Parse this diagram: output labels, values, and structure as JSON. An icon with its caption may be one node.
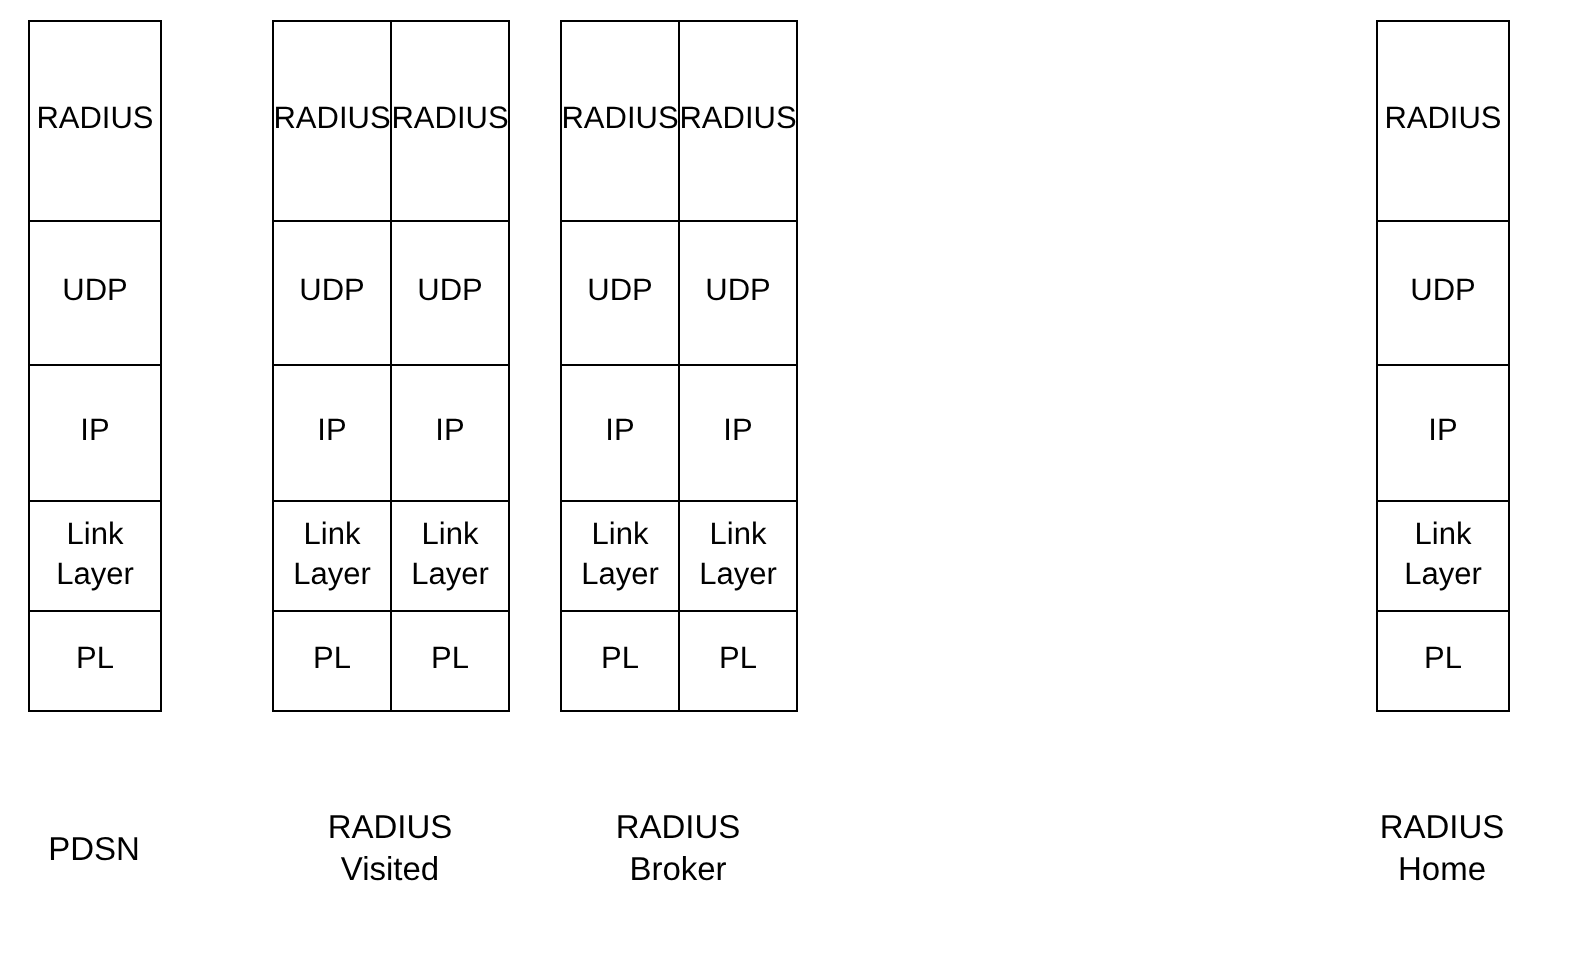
{
  "diagram": {
    "nodes": [
      {
        "text": [
          "PDSN"
        ]
      },
      {
        "text": [
          "RADIUS"
        ],
        "in": 0
      },
      {
        "text": [
          "UDP"
        ],
        "in": 0
      },
      {
        "text": [
          "IP"
        ],
        "in": 0
      },
      {
        "text": [
          "Link Layer"
        ],
        "in": 0
      },
      {
        "text": [
          "PL"
        ],
        "in": 0
      },
      {
        "text": [
          "RADIUS Visited"
        ]
      },
      {
        "text": [
          "RADIUS"
        ],
        "in": 6
      },
      {
        "text": [
          "RADIUS"
        ],
        "in": 6
      },
      {
        "text": [
          "UDP"
        ],
        "in": 6
      },
      {
        "text": [
          "UDP"
        ],
        "in": 6
      },
      {
        "text": [
          "IP"
        ],
        "in": 6
      },
      {
        "text": [
          "IP"
        ],
        "in": 6
      },
      {
        "text": [
          "Link Layer"
        ],
        "in": 6
      },
      {
        "text": [
          "Link Layer"
        ],
        "in": 6
      },
      {
        "text": [
          "PL"
        ],
        "in": 6
      },
      {
        "text": [
          "PL"
        ],
        "in": 6
      },
      {
        "text": [
          "RADIUS Broker"
        ]
      },
      {
        "text": [
          "RADIUS"
        ],
        "in": 17
      },
      {
        "text": [
          "RADIUS"
        ],
        "in": 17
      },
      {
        "text": [
          "UDP"
        ],
        "in": 17
      },
      {
        "text": [
          "UDP"
        ],
        "in": 17
      },
      {
        "text": [
          "IP"
        ],
        "in": 17
      },
      {
        "text": [
          "IP"
        ],
        "in": 17
      },
      {
        "text": [
          "Link Layer"
        ],
        "in": 17
      },
      {
        "text": [
          "Link Layer"
        ],
        "in": 17
      },
      {
        "text": [
          "PL"
        ],
        "in": 17
      },
      {
        "text": [
          "PL"
        ],
        "in": 17
      },
      {
        "text": [
          "RADIUS Home"
        ]
      },
      {
        "text": [
          "RADIUS"
        ],
        "in": 28
      },
      {
        "text": [
          "UDP"
        ],
        "in": 28
      },
      {
        "text": [
          "IP"
        ],
        "in": 28
      },
      {
        "text": [
          "Link Layer"
        ],
        "in": 28
      },
      {
        "text": [
          "PL"
        ],
        "in": 28
      }
    ]
  }
}
